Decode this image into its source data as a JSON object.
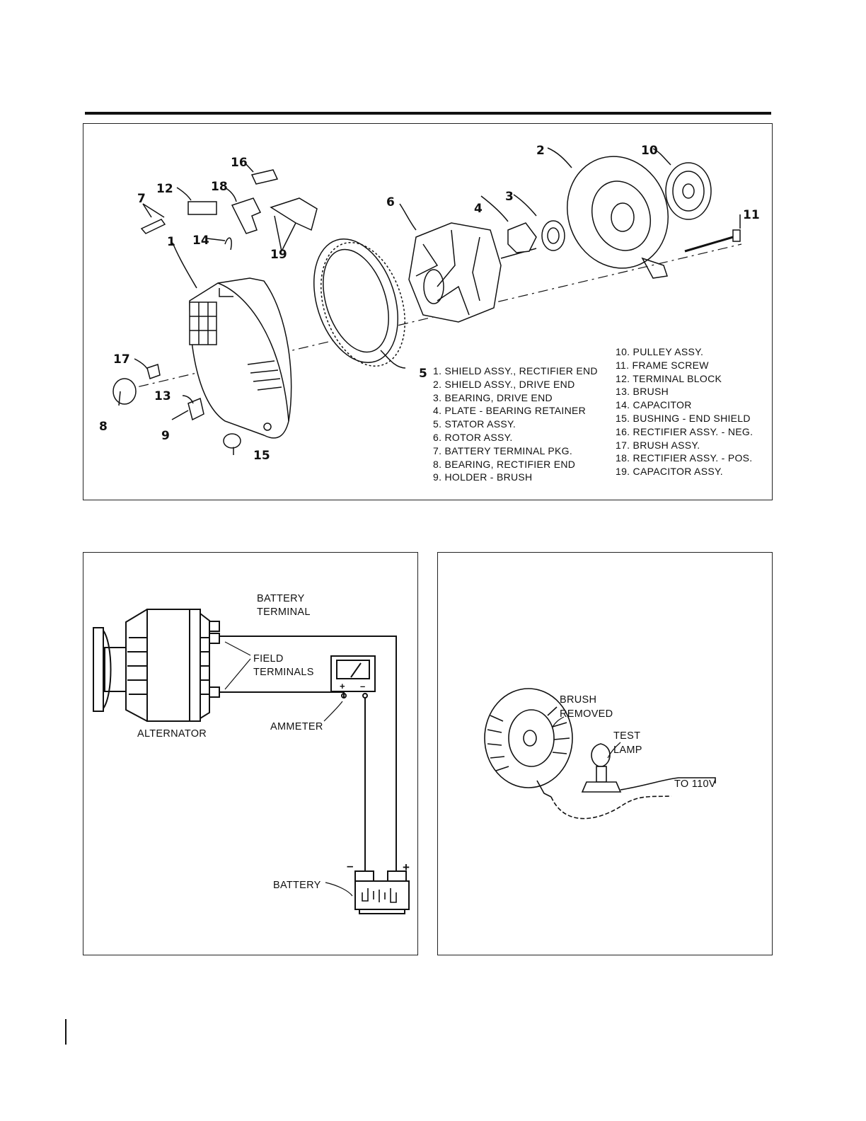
{
  "callouts": {
    "c1": "1",
    "c2": "2",
    "c3": "3",
    "c4": "4",
    "c5": "5",
    "c6": "6",
    "c7": "7",
    "c8": "8",
    "c9": "9",
    "c10": "10",
    "c11": "11",
    "c12": "12",
    "c13": "13",
    "c14": "14",
    "c15": "15",
    "c16": "16",
    "c17": "17",
    "c18": "18",
    "c19": "19"
  },
  "legend_left": [
    "1. SHIELD ASSY., RECTIFIER END",
    "2. SHIELD ASSY., DRIVE END",
    "3. BEARING, DRIVE END",
    "4. PLATE - BEARING RETAINER",
    "5. STATOR ASSY.",
    "6. ROTOR ASSY.",
    "7. BATTERY TERMINAL PKG.",
    "8. BEARING, RECTIFIER END",
    "9. HOLDER - BRUSH"
  ],
  "legend_right": [
    "10. PULLEY ASSY.",
    "11. FRAME SCREW",
    "12. TERMINAL BLOCK",
    "13. BRUSH",
    "14. CAPACITOR",
    "15. BUSHING - END SHIELD",
    "16. RECTIFIER ASSY. - NEG.",
    "17. BRUSH ASSY.",
    "18. RECTIFIER ASSY. - POS.",
    "19. CAPACITOR ASSY."
  ],
  "wiring": {
    "battery_terminal_1": "BATTERY",
    "battery_terminal_2": "TERMINAL",
    "field_terminals_1": "FIELD",
    "field_terminals_2": "TERMINALS",
    "alternator": "ALTERNATOR",
    "ammeter": "AMMETER",
    "battery": "BATTERY",
    "plus": "+",
    "minus": "–",
    "meter_plus": "+",
    "meter_minus": "–"
  },
  "lamp_test": {
    "brush_removed_1": "BRUSH",
    "brush_removed_2": "REMOVED",
    "test_lamp_1": "TEST",
    "test_lamp_2": "LAMP",
    "to_110v": "TO 110V"
  }
}
